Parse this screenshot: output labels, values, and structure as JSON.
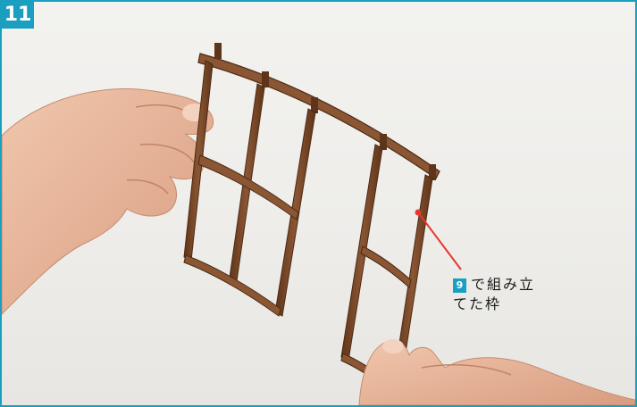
{
  "step": {
    "number": "11"
  },
  "callout": {
    "ref_number": "9",
    "line1_text": "で組み立",
    "line2_text": "てた枠"
  },
  "colors": {
    "accent": "#1a9fc0",
    "pointer": "#e8372f",
    "wood": "#7a4a2b",
    "skin": "#e8b9a0"
  }
}
